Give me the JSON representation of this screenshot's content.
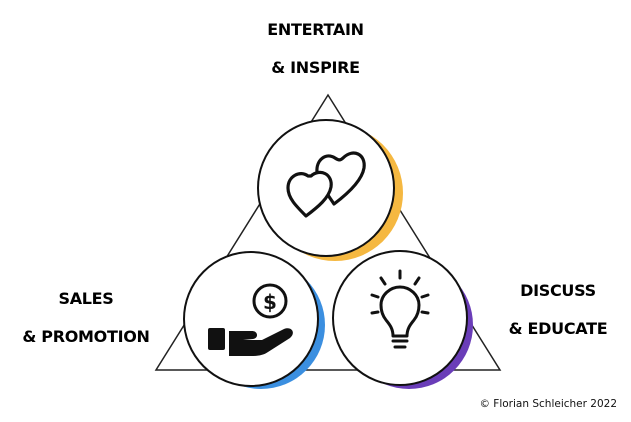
{
  "sections": {
    "top": {
      "line1": "ENTERTAIN",
      "line2": "& INSPIRE",
      "icon": "hearts-icon",
      "accent": "#F5B841"
    },
    "left": {
      "line1": "SALES",
      "line2": "& PROMOTION",
      "icon": "hand-coin-icon",
      "accent": "#3B8FE0"
    },
    "right": {
      "line1": "DISCUSS",
      "line2": "& EDUCATE",
      "icon": "lightbulb-icon",
      "accent": "#6A3DB8"
    }
  },
  "copyright": "© Florian Schleicher 2022"
}
